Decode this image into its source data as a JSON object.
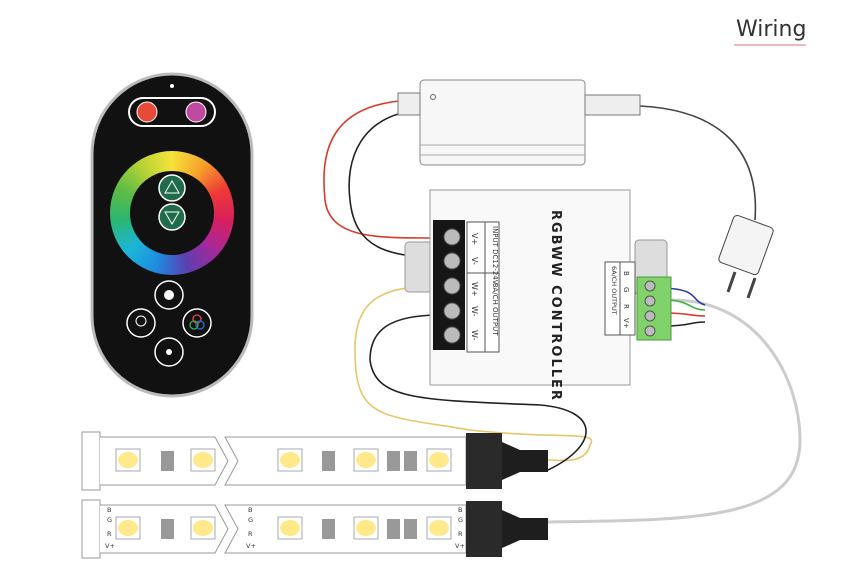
{
  "title": "Wiring",
  "controller": {
    "name": "RGBWW CONTROLLER",
    "input_label": "INPUT DC12-24V",
    "output_label_left": "8A/CH OUTPUT",
    "terminals": [
      "V+",
      "V-",
      "W+",
      "W-",
      "W-"
    ],
    "rgb_output_label": "6A/CH OUTPUT",
    "rgb_terminals": [
      "V+",
      "R",
      "G",
      "B"
    ]
  },
  "strip_rgb": {
    "pads": [
      "B",
      "G",
      "R",
      "V+"
    ]
  },
  "colors": {
    "remote_body": "#111111",
    "connector_green": "#7fd36a",
    "wire_red": "#d93a2b",
    "wire_yellow": "#e6c66a",
    "led_yellow": "#ffe98a"
  }
}
